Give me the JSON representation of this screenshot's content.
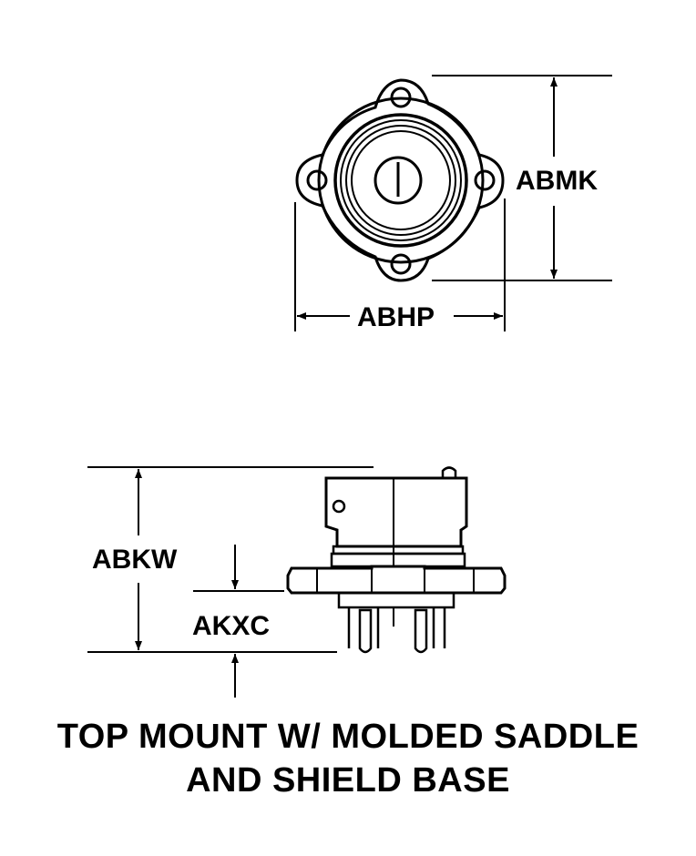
{
  "dimensions": {
    "top_view_height": "ABMK",
    "top_view_width": "ABHP",
    "side_view_overall_height": "ABKW",
    "side_view_base_height": "AKXC"
  },
  "caption": {
    "line1": "TOP MOUNT W/ MOLDED SADDLE",
    "line2": "AND SHIELD BASE"
  }
}
